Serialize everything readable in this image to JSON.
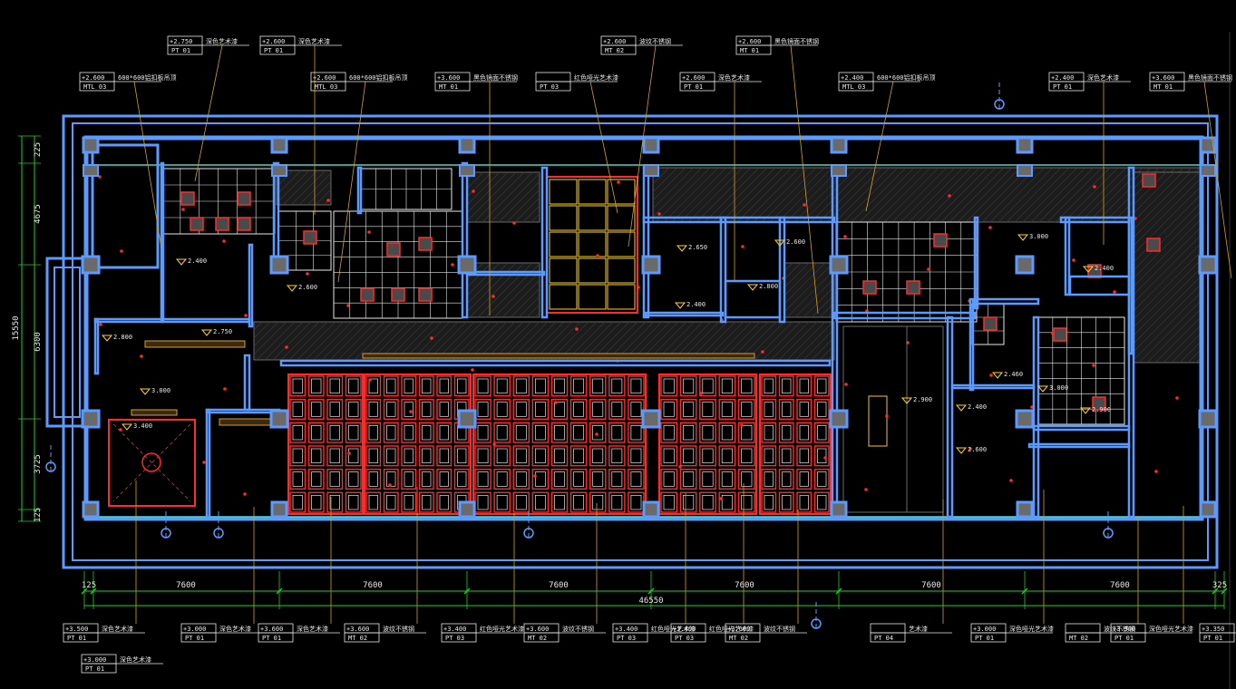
{
  "colors": {
    "background": "#000000",
    "wall": "#5b9bff",
    "wall_fill": "#0a1a3a",
    "red": "#ff2a2a",
    "yellow": "#ffd21f",
    "white": "#e8e8e8",
    "green": "#1fd21f",
    "cyan": "#2fe0d8",
    "grey": "#6a6a6a",
    "leader": "#d8a020"
  },
  "dimensions": {
    "bottom_segments": [
      "125",
      "7600",
      "7600",
      "7600",
      "7600",
      "7600",
      "7600",
      "325"
    ],
    "bottom_total": "46550",
    "left_segments": [
      "225",
      "4675",
      "6300",
      "3725",
      "125"
    ],
    "left_total": "15550"
  },
  "elevations": [
    "2.800",
    "2.750",
    "2.400",
    "2.600",
    "3.000",
    "3.400",
    "2.650",
    "2.600",
    "2.800",
    "2.400",
    "3.000",
    "2.460",
    "2.400",
    "2.400",
    "2.600",
    "2.900",
    "3.000",
    "2.900"
  ],
  "top_labels": [
    {
      "elev": "+2.750",
      "code": "PT 01",
      "text": "深色艺术漆"
    },
    {
      "elev": "+2.600",
      "code": "PT 01",
      "text": "深色艺术漆"
    },
    {
      "elev": "+2.600",
      "code": "MTL 03",
      "text": "600*600铝扣板吊顶"
    },
    {
      "elev": "+2.600",
      "code": "MTL 03",
      "text": "600*600铝扣板吊顶"
    },
    {
      "elev": "+3.600",
      "code": "MT 01",
      "text": "黑色镜面不锈钢"
    },
    {
      "elev": "",
      "code": "PT 03",
      "text": "红色哑光艺术漆"
    },
    {
      "elev": "+2.600",
      "code": "MT 02",
      "text": "波纹不锈钢"
    },
    {
      "elev": "+2.600",
      "code": "PT 01",
      "text": "深色艺术漆"
    },
    {
      "elev": "+2.600",
      "code": "MT 01",
      "text": "黑色镜面不锈钢"
    },
    {
      "elev": "+2.400",
      "code": "MTL 03",
      "text": "600*600铝扣板吊顶"
    },
    {
      "elev": "+2.400",
      "code": "PT 01",
      "text": "深色艺术漆"
    },
    {
      "elev": "+3.600",
      "code": "MT 01",
      "text": "黑色镜面不锈钢"
    }
  ],
  "bottom_labels": [
    {
      "elev": "+3.500",
      "code": "PT 01",
      "text": "深色艺术漆"
    },
    {
      "elev": "+3.000",
      "code": "PT 01",
      "text": "深色艺术漆"
    },
    {
      "elev": "+3.600",
      "code": "PT 01",
      "text": "深色艺术漆"
    },
    {
      "elev": "+3.600",
      "code": "MT 02",
      "text": "波纹不锈钢"
    },
    {
      "elev": "+3.400",
      "code": "PT 03",
      "text": "红色哑光艺术漆"
    },
    {
      "elev": "+3.600",
      "code": "MT 02",
      "text": "波纹不锈钢"
    },
    {
      "elev": "+3.400",
      "code": "PT 03",
      "text": "红色哑光艺术漆"
    },
    {
      "elev": "+3.400",
      "code": "PT 03",
      "text": "红色哑光艺术漆"
    },
    {
      "elev": "+3.600",
      "code": "MT 02",
      "text": "波纹不锈钢"
    },
    {
      "elev": "",
      "code": "PT 04",
      "text": "艺术漆"
    },
    {
      "elev": "+3.000",
      "code": "PT 01",
      "text": "深色哑光艺术漆"
    },
    {
      "elev": "",
      "code": "MT 02",
      "text": "波纹不锈钢"
    },
    {
      "elev": "+3.500",
      "code": "PT 01",
      "text": "深色哑光艺术漆"
    },
    {
      "elev": "+3.350",
      "code": "PT 01",
      "text": ""
    }
  ]
}
